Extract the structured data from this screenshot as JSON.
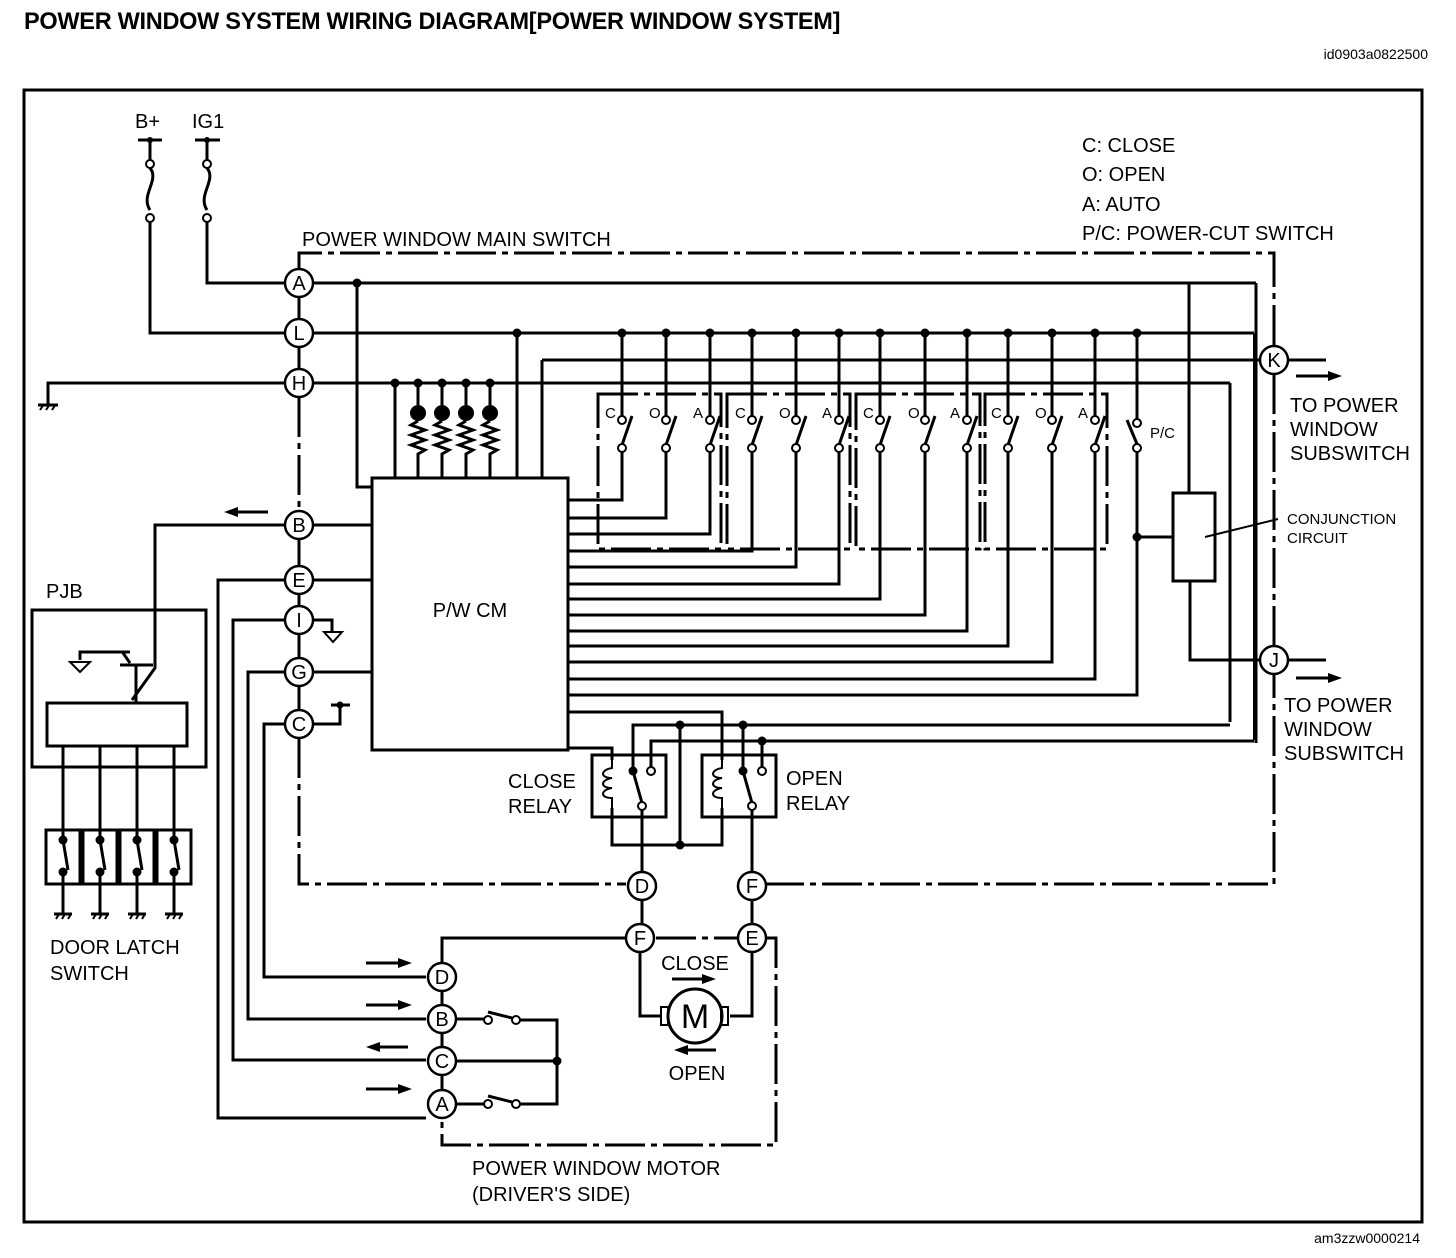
{
  "header": {
    "title": "POWER WINDOW SYSTEM WIRING DIAGRAM[POWER WINDOW SYSTEM]",
    "doc_id": "id0903a0822500",
    "figure_id": "am3zzw0000214"
  },
  "power_sources": {
    "battery": "B+",
    "ignition": "IG1"
  },
  "legend": {
    "close": "C: CLOSE",
    "open": "O: OPEN",
    "auto": "A: AUTO",
    "power_cut": "P/C: POWER-CUT SWITCH"
  },
  "main_switch": {
    "label": "POWER WINDOW MAIN SWITCH",
    "control_module": "P/W CM",
    "connectors_left": [
      "A",
      "L",
      "H",
      "B",
      "E",
      "I",
      "G",
      "C"
    ],
    "connectors_right": [
      "K",
      "J"
    ],
    "switch_groups": [
      {
        "contacts": [
          "C",
          "O",
          "A"
        ]
      },
      {
        "contacts": [
          "C",
          "O",
          "A"
        ]
      },
      {
        "contacts": [
          "C",
          "O",
          "A"
        ]
      },
      {
        "contacts": [
          "C",
          "O",
          "A"
        ]
      }
    ],
    "power_cut_label": "P/C",
    "conjunction_label_1": "CONJUNCTION",
    "conjunction_label_2": "CIRCUIT",
    "close_relay_1": "CLOSE",
    "close_relay_2": "RELAY",
    "open_relay_1": "OPEN",
    "open_relay_2": "RELAY",
    "relay_connectors": [
      "D",
      "F"
    ]
  },
  "subswitch": {
    "k_line1": "TO POWER",
    "k_line2": "WINDOW",
    "k_line3": "SUBSWITCH",
    "j_line1": "TO POWER",
    "j_line2": "WINDOW",
    "j_line3": "SUBSWITCH"
  },
  "pjb": {
    "label": "PJB"
  },
  "door_latch": {
    "line1": "DOOR LATCH",
    "line2": "SWITCH",
    "switch_count": 4
  },
  "motor": {
    "symbol": "M",
    "close_label": "CLOSE",
    "open_label": "OPEN",
    "label_line1": "POWER WINDOW MOTOR",
    "label_line2": "(DRIVER'S SIDE)",
    "connectors_top": [
      "F",
      "E"
    ],
    "connectors_left": [
      "D",
      "B",
      "C",
      "A"
    ]
  }
}
